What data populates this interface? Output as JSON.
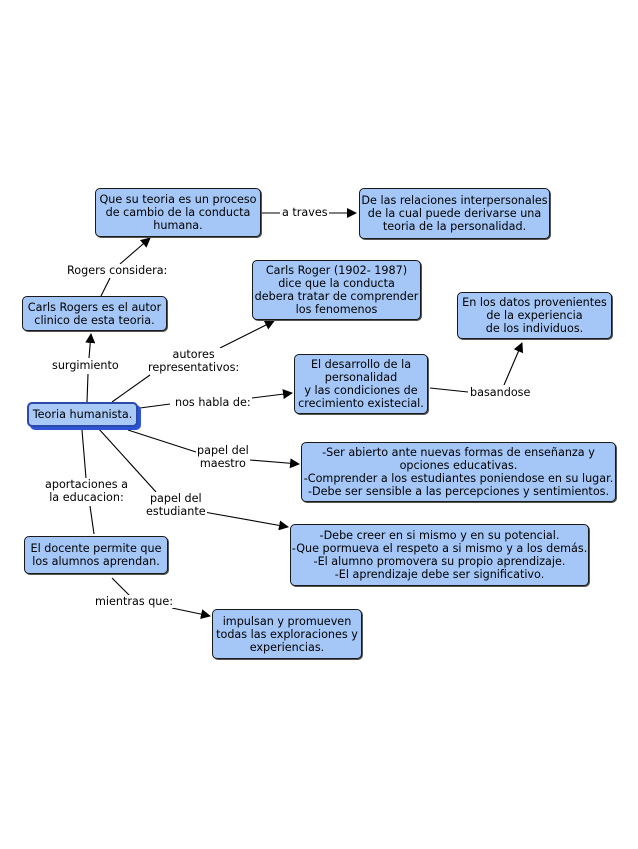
{
  "nodes": {
    "teoria": [
      "Teoria humanista."
    ],
    "rogers_autor": [
      "Carls Rogers es el autor",
      "clinico de esta teoria."
    ],
    "proceso": [
      "Que su teoria es un proceso",
      "de cambio de la conducta",
      "humana."
    ],
    "relaciones": [
      "De las relaciones interpersonales",
      "de la cual puede derivarse una",
      "teoria de la personalidad."
    ],
    "carls_1902": [
      "Carls Roger (1902- 1987)",
      "dice que la conducta",
      "debera tratar de comprender",
      "los fenomenos"
    ],
    "desarrollo": [
      "El desarrollo de la",
      "personalidad",
      "y las condiciones de",
      "crecimiento existecial."
    ],
    "datos": [
      "En los datos provenientes",
      "de la experiencia",
      "de los individuos."
    ],
    "maestro": [
      "-Ser abierto ante nuevas formas de enseñanza y",
      "opciones educativas.",
      "-Comprender a los estudiantes poniendose en su lugar.",
      "-Debe ser sensible a las percepciones y sentimientos."
    ],
    "estudiante": [
      "-Debe creer en si mismo y en su potencial.",
      "-Que pormueva el respeto a si mismo y a los demás.",
      "-El alumno promovera su propio aprendizaje.",
      "-El aprendizaje debe ser significativo."
    ],
    "docente": [
      "El docente permite que",
      "los alumnos aprendan."
    ],
    "impulsan": [
      "impulsan y promueven",
      "todas las exploraciones y",
      "experiencias."
    ]
  },
  "links": {
    "rogers_considera": [
      "Rogers considera:"
    ],
    "a_traves": [
      "a traves"
    ],
    "surgimiento": [
      "surgimiento"
    ],
    "autores": [
      "autores",
      "representativos:"
    ],
    "nos_habla": [
      "nos habla de:"
    ],
    "basandose": [
      "basandose"
    ],
    "papel_maestro": [
      "papel del",
      "maestro"
    ],
    "papel_estudiante": [
      "papel del",
      "estudiante"
    ],
    "aportaciones": [
      "aportaciones a",
      "la educacion:"
    ],
    "mientras": [
      "mientras que:"
    ]
  }
}
